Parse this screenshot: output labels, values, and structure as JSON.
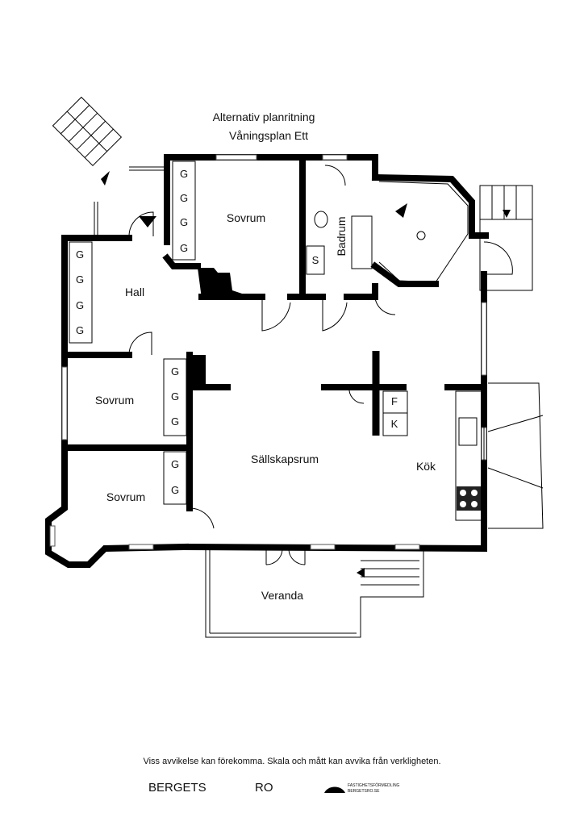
{
  "title": {
    "line1": "Alternativ planritning",
    "line2": "Våningsplan Ett"
  },
  "rooms": {
    "sovrum_upper": "Sovrum",
    "badrum": "Badrum",
    "shower": "S",
    "hall": "Hall",
    "sovrum_middle": "Sovrum",
    "sovrum_lower": "Sovrum",
    "sallskapsrum": "Sällskapsrum",
    "kok": "Kök",
    "veranda": "Veranda",
    "fridge": "F",
    "freezer": "K"
  },
  "closet_label": "G",
  "disclaimer": "Viss avvikelse kan förekomma. Skala och mått kan avvika från verkligheten.",
  "footer": {
    "brand_left": "BERGETS",
    "brand_right": "RO",
    "logo_line1": "FASTIGHETSFÖRMEDLING",
    "logo_line2": "BERGETSRO.SE"
  }
}
